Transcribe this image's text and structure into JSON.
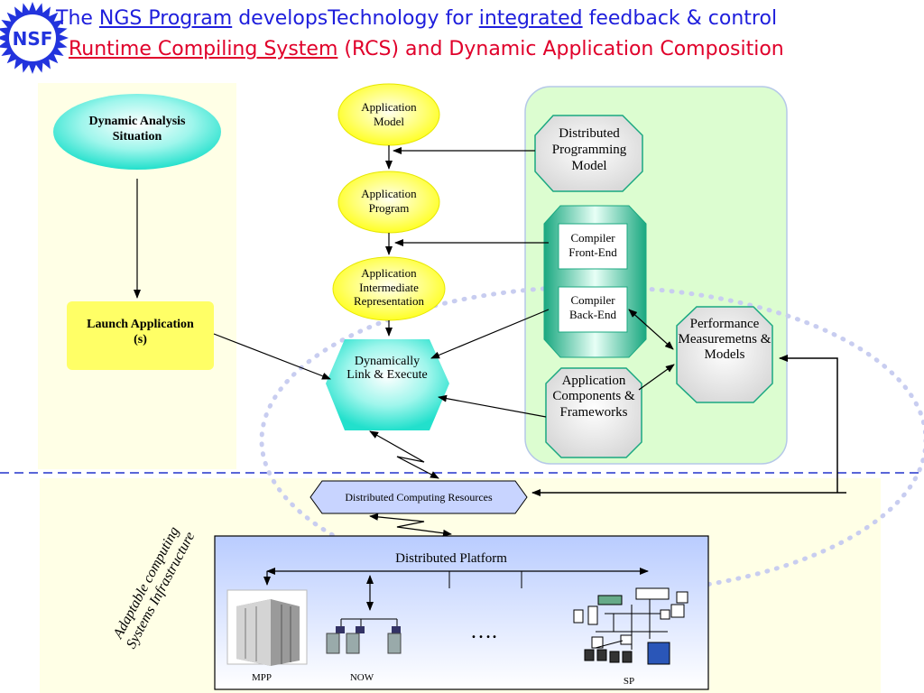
{
  "title": {
    "line1": {
      "pre": "The ",
      "link1": "NGS Program",
      "mid": " developsTechnology for ",
      "link2": "integrated",
      "post": " feedback & control"
    },
    "line2": {
      "link": "Runtime Compiling System",
      "rest": " (RCS) and Dynamic Application Composition"
    },
    "line1_color": "#1e1edc",
    "line2_color": "#e0002a"
  },
  "logo": {
    "text": "NSF",
    "color": "#2233dd",
    "fill": "#ffffff"
  },
  "nodes": {
    "dynamic_analysis": "Dynamic Analysis Situation",
    "launch_app": "Launch Application (s)",
    "app_model": "Application Model",
    "app_program": "Application Program",
    "app_ir": "Application Intermediate Representation",
    "dyn_link": "Dynamically Link & Execute",
    "dist_prog_model": "Distributed Programming Model",
    "compiler_fe": "Compiler Front-End",
    "compiler_be": "Compiler Back-End",
    "perf": "Performance Measuremetns & Models",
    "app_components": "Application Components & Frameworks",
    "dist_resources": "Distributed Computing Resources",
    "dist_platform": "Distributed Platform",
    "adaptable": "Adaptable computing Systems Infrastructure",
    "mpp": "MPP",
    "now": "NOW",
    "ellipsis": "….",
    "sp": "SP"
  },
  "colors": {
    "yellow_panel": "#ffffe6",
    "green_panel": "#dcfdd0",
    "cyan": "#2fe8d6",
    "yellow_node": "#ffff22",
    "gray_node": "#e4e4e4",
    "teal_border": "#1aa880",
    "dots": "#c8cdf0",
    "dashed_line": "#2233cc"
  }
}
